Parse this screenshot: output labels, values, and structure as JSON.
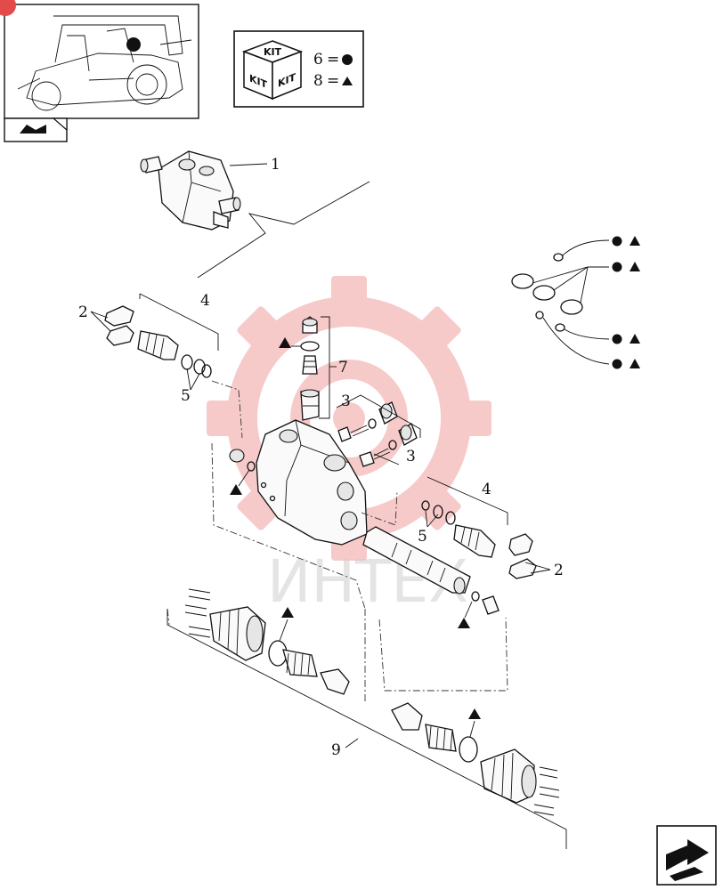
{
  "kit_box": {
    "icon_text_top": "KIT",
    "icon_text_left": "KIT",
    "icon_text_right": "KIT",
    "legend": [
      {
        "number": "6",
        "sign": "=",
        "symbol": "circle"
      },
      {
        "number": "8",
        "sign": "=",
        "symbol": "triangle"
      }
    ]
  },
  "callouts": {
    "c1": "1",
    "c2_left": "2",
    "c2_right": "2",
    "c3_upper": "3",
    "c3_lower": "3",
    "c4_left": "4",
    "c4_right": "4",
    "c5_left": "5",
    "c5_right": "5",
    "c7": "7",
    "c9": "9"
  },
  "watermark": {
    "text": "ИНТЕХ",
    "color": "#f2a0a0"
  },
  "icons": [
    "tractor-thumbnail",
    "kit-cube-icon",
    "book-navigation-icon",
    "next-page-arrow-icon",
    "seal-icon"
  ]
}
